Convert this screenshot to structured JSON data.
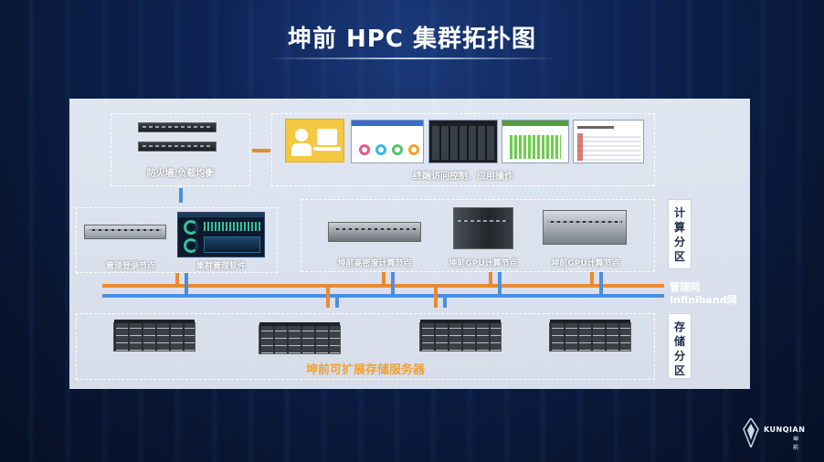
{
  "title": "坤前 HPC 集群拓扑图",
  "boxes": {
    "firewall": "防火墙/负载均衡",
    "terminal": "终端访问控制、应用操作",
    "login_node": "管理登录节点",
    "cluster_software": "集群管理软件",
    "high_density": "坤前高密度计算节点",
    "gpu_node_1": "坤前GPU计算节点",
    "gpu_node_2": "坤前GPU计算节点",
    "storage": "坤前可扩展存储服务器"
  },
  "zones": {
    "compute": [
      "计",
      "算",
      "分",
      "区"
    ],
    "storage": [
      "存",
      "储",
      "分",
      "区"
    ]
  },
  "networks": {
    "management": "管理网",
    "infiniband": "Infiniband网"
  },
  "brand": {
    "name": "KUNQIAN",
    "sub": "坤前"
  },
  "colors": {
    "management_line": "#e88a2e",
    "infiniband_line": "#4a8fe0"
  }
}
